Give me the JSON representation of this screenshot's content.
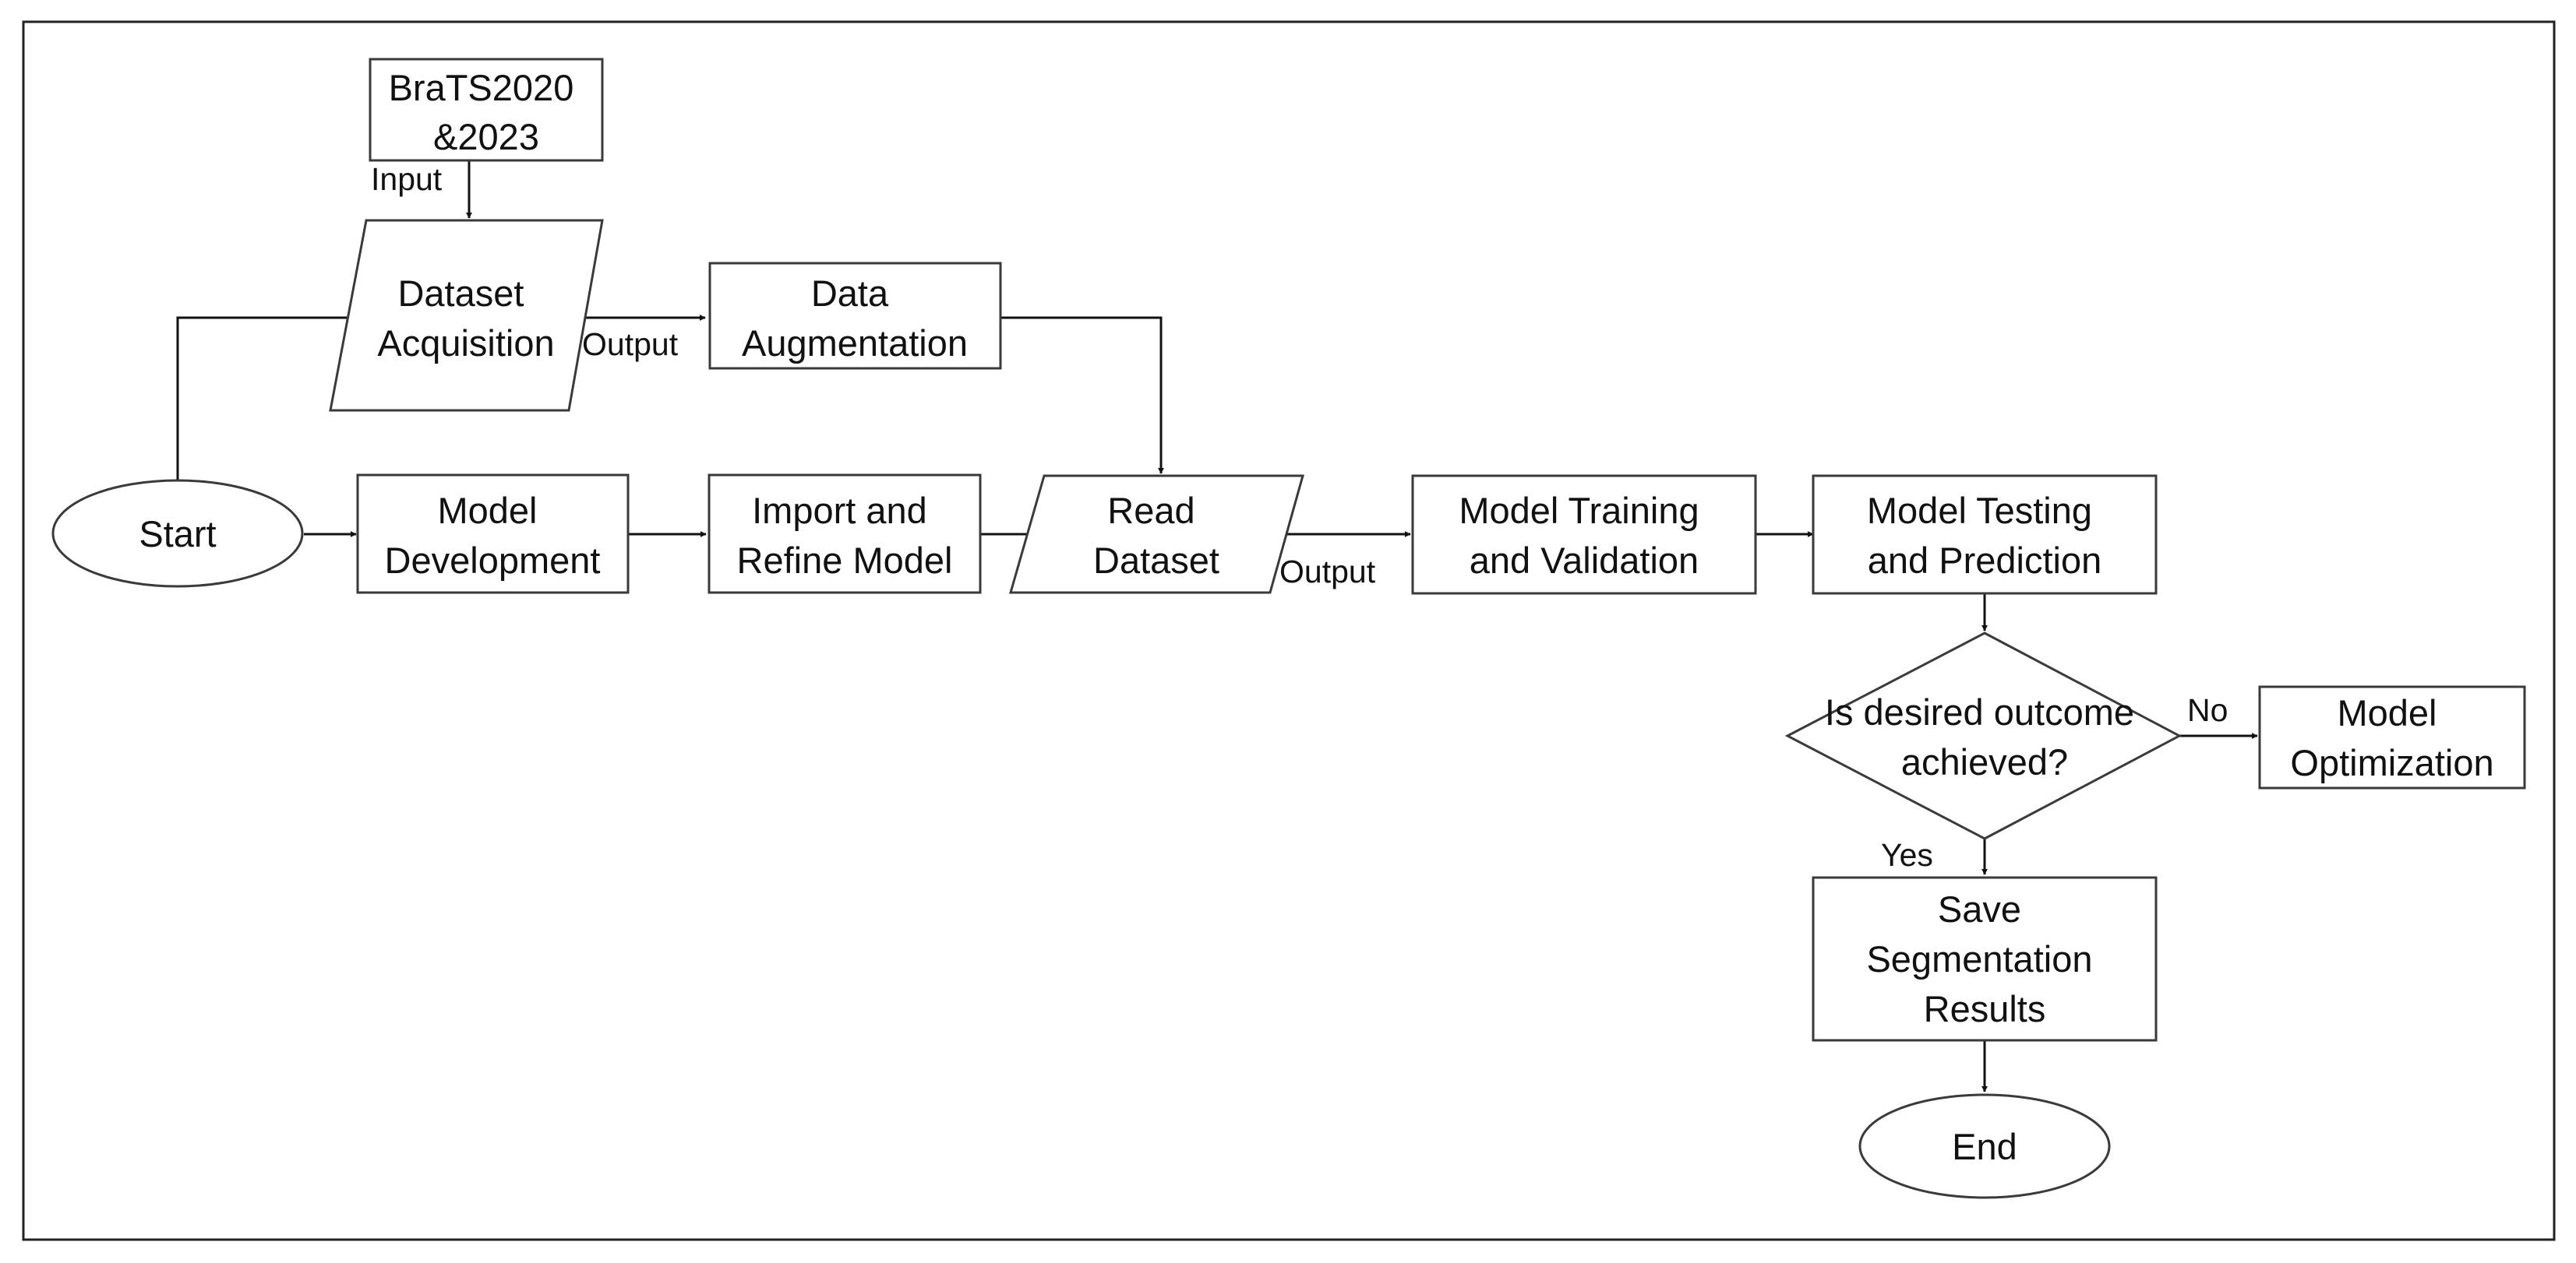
{
  "diagram": {
    "nodes": {
      "brats": {
        "lines": [
          "BraTS2020",
          "&2023"
        ]
      },
      "acquisition": {
        "lines": [
          "Dataset",
          "Acquisition"
        ]
      },
      "augmentation": {
        "lines": [
          "Data",
          "Augmentation"
        ]
      },
      "start": {
        "lines": [
          "Start"
        ]
      },
      "development": {
        "lines": [
          "Model",
          "Development"
        ]
      },
      "import_refine": {
        "lines": [
          "Import and",
          "Refine Model"
        ]
      },
      "read_dataset": {
        "lines": [
          "Read",
          "Dataset"
        ]
      },
      "training": {
        "lines": [
          "Model Training",
          "and Validation"
        ]
      },
      "testing": {
        "lines": [
          "Model Testing",
          "and Prediction"
        ]
      },
      "decision": {
        "lines": [
          "Is desired outcome",
          "achieved?"
        ]
      },
      "optimization": {
        "lines": [
          "Model",
          "Optimization"
        ]
      },
      "save_results": {
        "lines": [
          "Save",
          "Segmentation",
          "Results"
        ]
      },
      "end": {
        "lines": [
          "End"
        ]
      }
    },
    "edge_labels": {
      "input": "Input",
      "output_acquisition": "Output",
      "output_read": "Output",
      "no": "No",
      "yes": "Yes"
    }
  }
}
